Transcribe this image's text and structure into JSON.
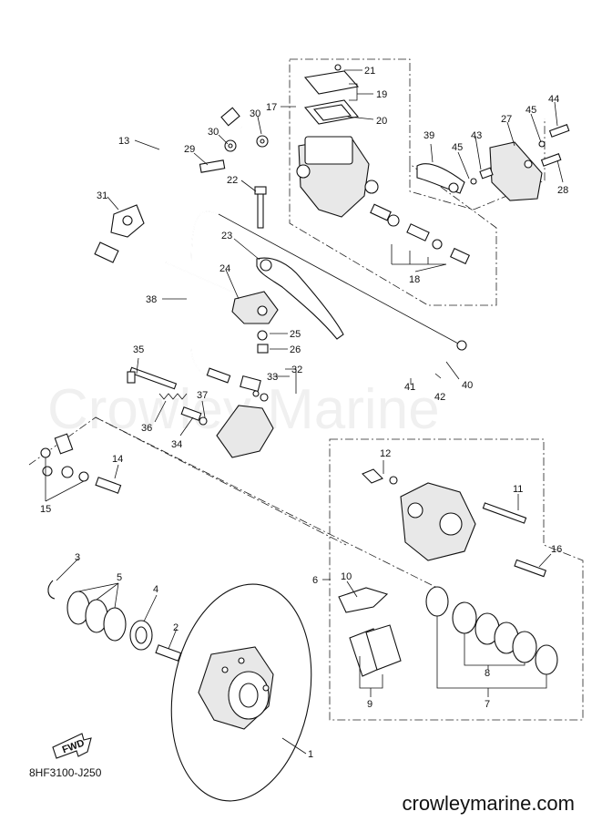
{
  "watermark": "Crowley Marine",
  "diagram_code": "8HF3100-J250",
  "fwd_label": "FWD",
  "site_url": "crowleymarine.com",
  "callouts": {
    "c1": "1",
    "c2": "2",
    "c3": "3",
    "c4": "4",
    "c5": "5",
    "c6": "6",
    "c7": "7",
    "c8": "8",
    "c9": "9",
    "c10": "10",
    "c11": "11",
    "c12": "12",
    "c13": "13",
    "c14": "14",
    "c15": "15",
    "c16": "16",
    "c17": "17",
    "c18": "18",
    "c19": "19",
    "c20": "20",
    "c21": "21",
    "c22": "22",
    "c23": "23",
    "c24": "24",
    "c25": "25",
    "c26": "26",
    "c27": "27",
    "c28": "28",
    "c29": "29",
    "c30a": "30",
    "c30b": "30",
    "c31": "31",
    "c32": "32",
    "c33": "33",
    "c34": "34",
    "c35": "35",
    "c36": "36",
    "c37": "37",
    "c38": "38",
    "c39": "39",
    "c40": "40",
    "c41": "41",
    "c42": "42",
    "c43": "43",
    "c44": "44",
    "c45a": "45",
    "c45b": "45"
  }
}
